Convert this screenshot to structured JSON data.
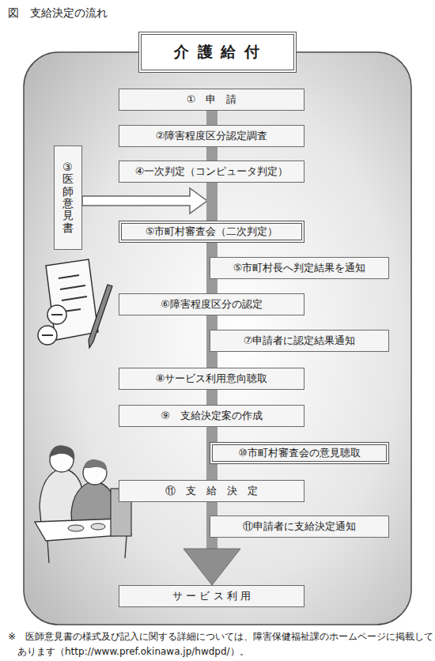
{
  "diagram": {
    "title": "図　支給決定の流れ",
    "nodes": [
      {
        "text": [
          "介 護 給 付"
        ]
      },
      {
        "text": [
          "①　申　請"
        ]
      },
      {
        "text": [
          "②障害程度区分認定調査"
        ]
      },
      {
        "text": [
          "③医師意見書"
        ]
      },
      {
        "text": [
          "④一次判定（コンピュータ判定）"
        ]
      },
      {
        "text": [
          "⑤市町村審査会（二次判定）"
        ]
      },
      {
        "text": [
          "⑤市町村長へ判定結果を通知"
        ]
      },
      {
        "text": [
          "⑥障害程度区分の認定"
        ]
      },
      {
        "text": [
          "⑦申請者に認定結果通知"
        ]
      },
      {
        "text": [
          "⑧サービス利用意向聴取"
        ]
      },
      {
        "text": [
          "⑨　支給決定案の作成"
        ]
      },
      {
        "text": [
          "⑩市町村審査会の意見聴取"
        ]
      },
      {
        "text": [
          "⑪　支　給　決　定"
        ]
      },
      {
        "text": [
          "⑪申請者に支給決定通知"
        ]
      },
      {
        "text": [
          "サ ー ビ ス 利 用"
        ]
      }
    ],
    "edges": [
      {
        "from": 1,
        "to": 2,
        "arrow": "none"
      },
      {
        "from": 2,
        "to": 4,
        "arrow": "none"
      },
      {
        "from": 4,
        "to": 5,
        "arrow": "none"
      },
      {
        "from": 5,
        "to": 7,
        "arrow": "none"
      },
      {
        "from": 7,
        "to": 9,
        "arrow": "none"
      },
      {
        "from": 9,
        "to": 10,
        "arrow": "none"
      },
      {
        "from": 10,
        "to": 12,
        "arrow": "none"
      },
      {
        "from": 12,
        "to": 14,
        "arrow": "to"
      }
    ],
    "labels": [
      "※　医師意見書の様式及び記入に関する詳細については、障害保健福祉課のホームページに掲載してあります（http://www.pref.okinawa.jp/hwdpd/）。"
    ]
  }
}
